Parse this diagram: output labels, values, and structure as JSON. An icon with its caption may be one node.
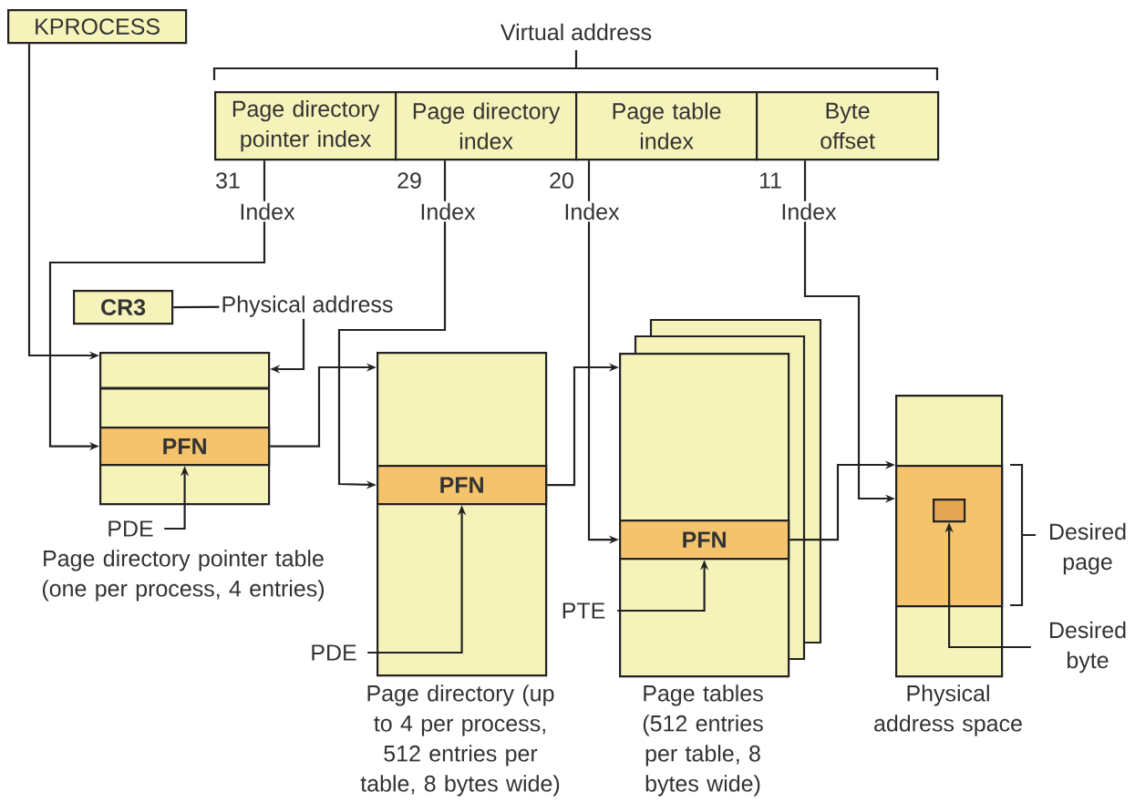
{
  "diagram": {
    "nodes": [
      {
        "text": [
          "KPROCESS"
        ]
      },
      {
        "text": [
          "Page directory pointer index"
        ]
      },
      {
        "text": [
          "Page directory index"
        ]
      },
      {
        "text": [
          "Page table index"
        ]
      },
      {
        "text": [
          "Byte offset"
        ]
      },
      {
        "text": [
          "CR3"
        ]
      },
      {
        "text": [
          "Page directory pointer table (one per process, 4 entries)"
        ]
      },
      {
        "text": [
          "PFN"
        ],
        "in": 6
      },
      {
        "text": [
          "PDE"
        ]
      },
      {
        "text": [
          "Page directory (up to 4 per process, 512 entries per table, 8 bytes wide)"
        ]
      },
      {
        "text": [
          "PFN"
        ],
        "in": 9
      },
      {
        "text": [
          "PDE"
        ]
      },
      {
        "text": [
          "Page tables (512 entries per table, 8 bytes wide)"
        ]
      },
      {
        "text": [
          "PFN"
        ],
        "in": 12
      },
      {
        "text": [
          "PTE"
        ]
      },
      {
        "text": [
          "Physical address space"
        ]
      },
      {
        "text": [],
        "shape": "box",
        "in": 15
      },
      {
        "text": [],
        "shape": "box",
        "in": 16
      },
      {
        "text": [
          "Desired byte"
        ]
      }
    ],
    "edges": [
      {
        "from": 0,
        "to": 6,
        "arrow": "to"
      },
      {
        "from": 1,
        "to": 7,
        "arrow": "to",
        "label": "Index"
      },
      {
        "from": 5,
        "to": 6,
        "arrow": "to",
        "label": "Physical address"
      },
      {
        "from": 7,
        "to": 9,
        "arrow": "to"
      },
      {
        "from": 2,
        "to": 10,
        "arrow": "to",
        "label": "Index"
      },
      {
        "from": 8,
        "to": 7,
        "arrow": "to"
      },
      {
        "from": 11,
        "to": 10,
        "arrow": "to"
      },
      {
        "from": 10,
        "to": 12,
        "arrow": "to"
      },
      {
        "from": 3,
        "to": 13,
        "arrow": "to",
        "label": "Index"
      },
      {
        "from": 14,
        "to": 13,
        "arrow": "to"
      },
      {
        "from": 13,
        "to": 15,
        "arrow": "to"
      },
      {
        "from": 4,
        "to": 16,
        "arrow": "to",
        "label": "Index"
      },
      {
        "from": 18,
        "to": 17,
        "arrow": "to"
      }
    ],
    "labels": [
      "Virtual address",
      "31",
      "29",
      "20",
      "11",
      "Desired page"
    ]
  }
}
